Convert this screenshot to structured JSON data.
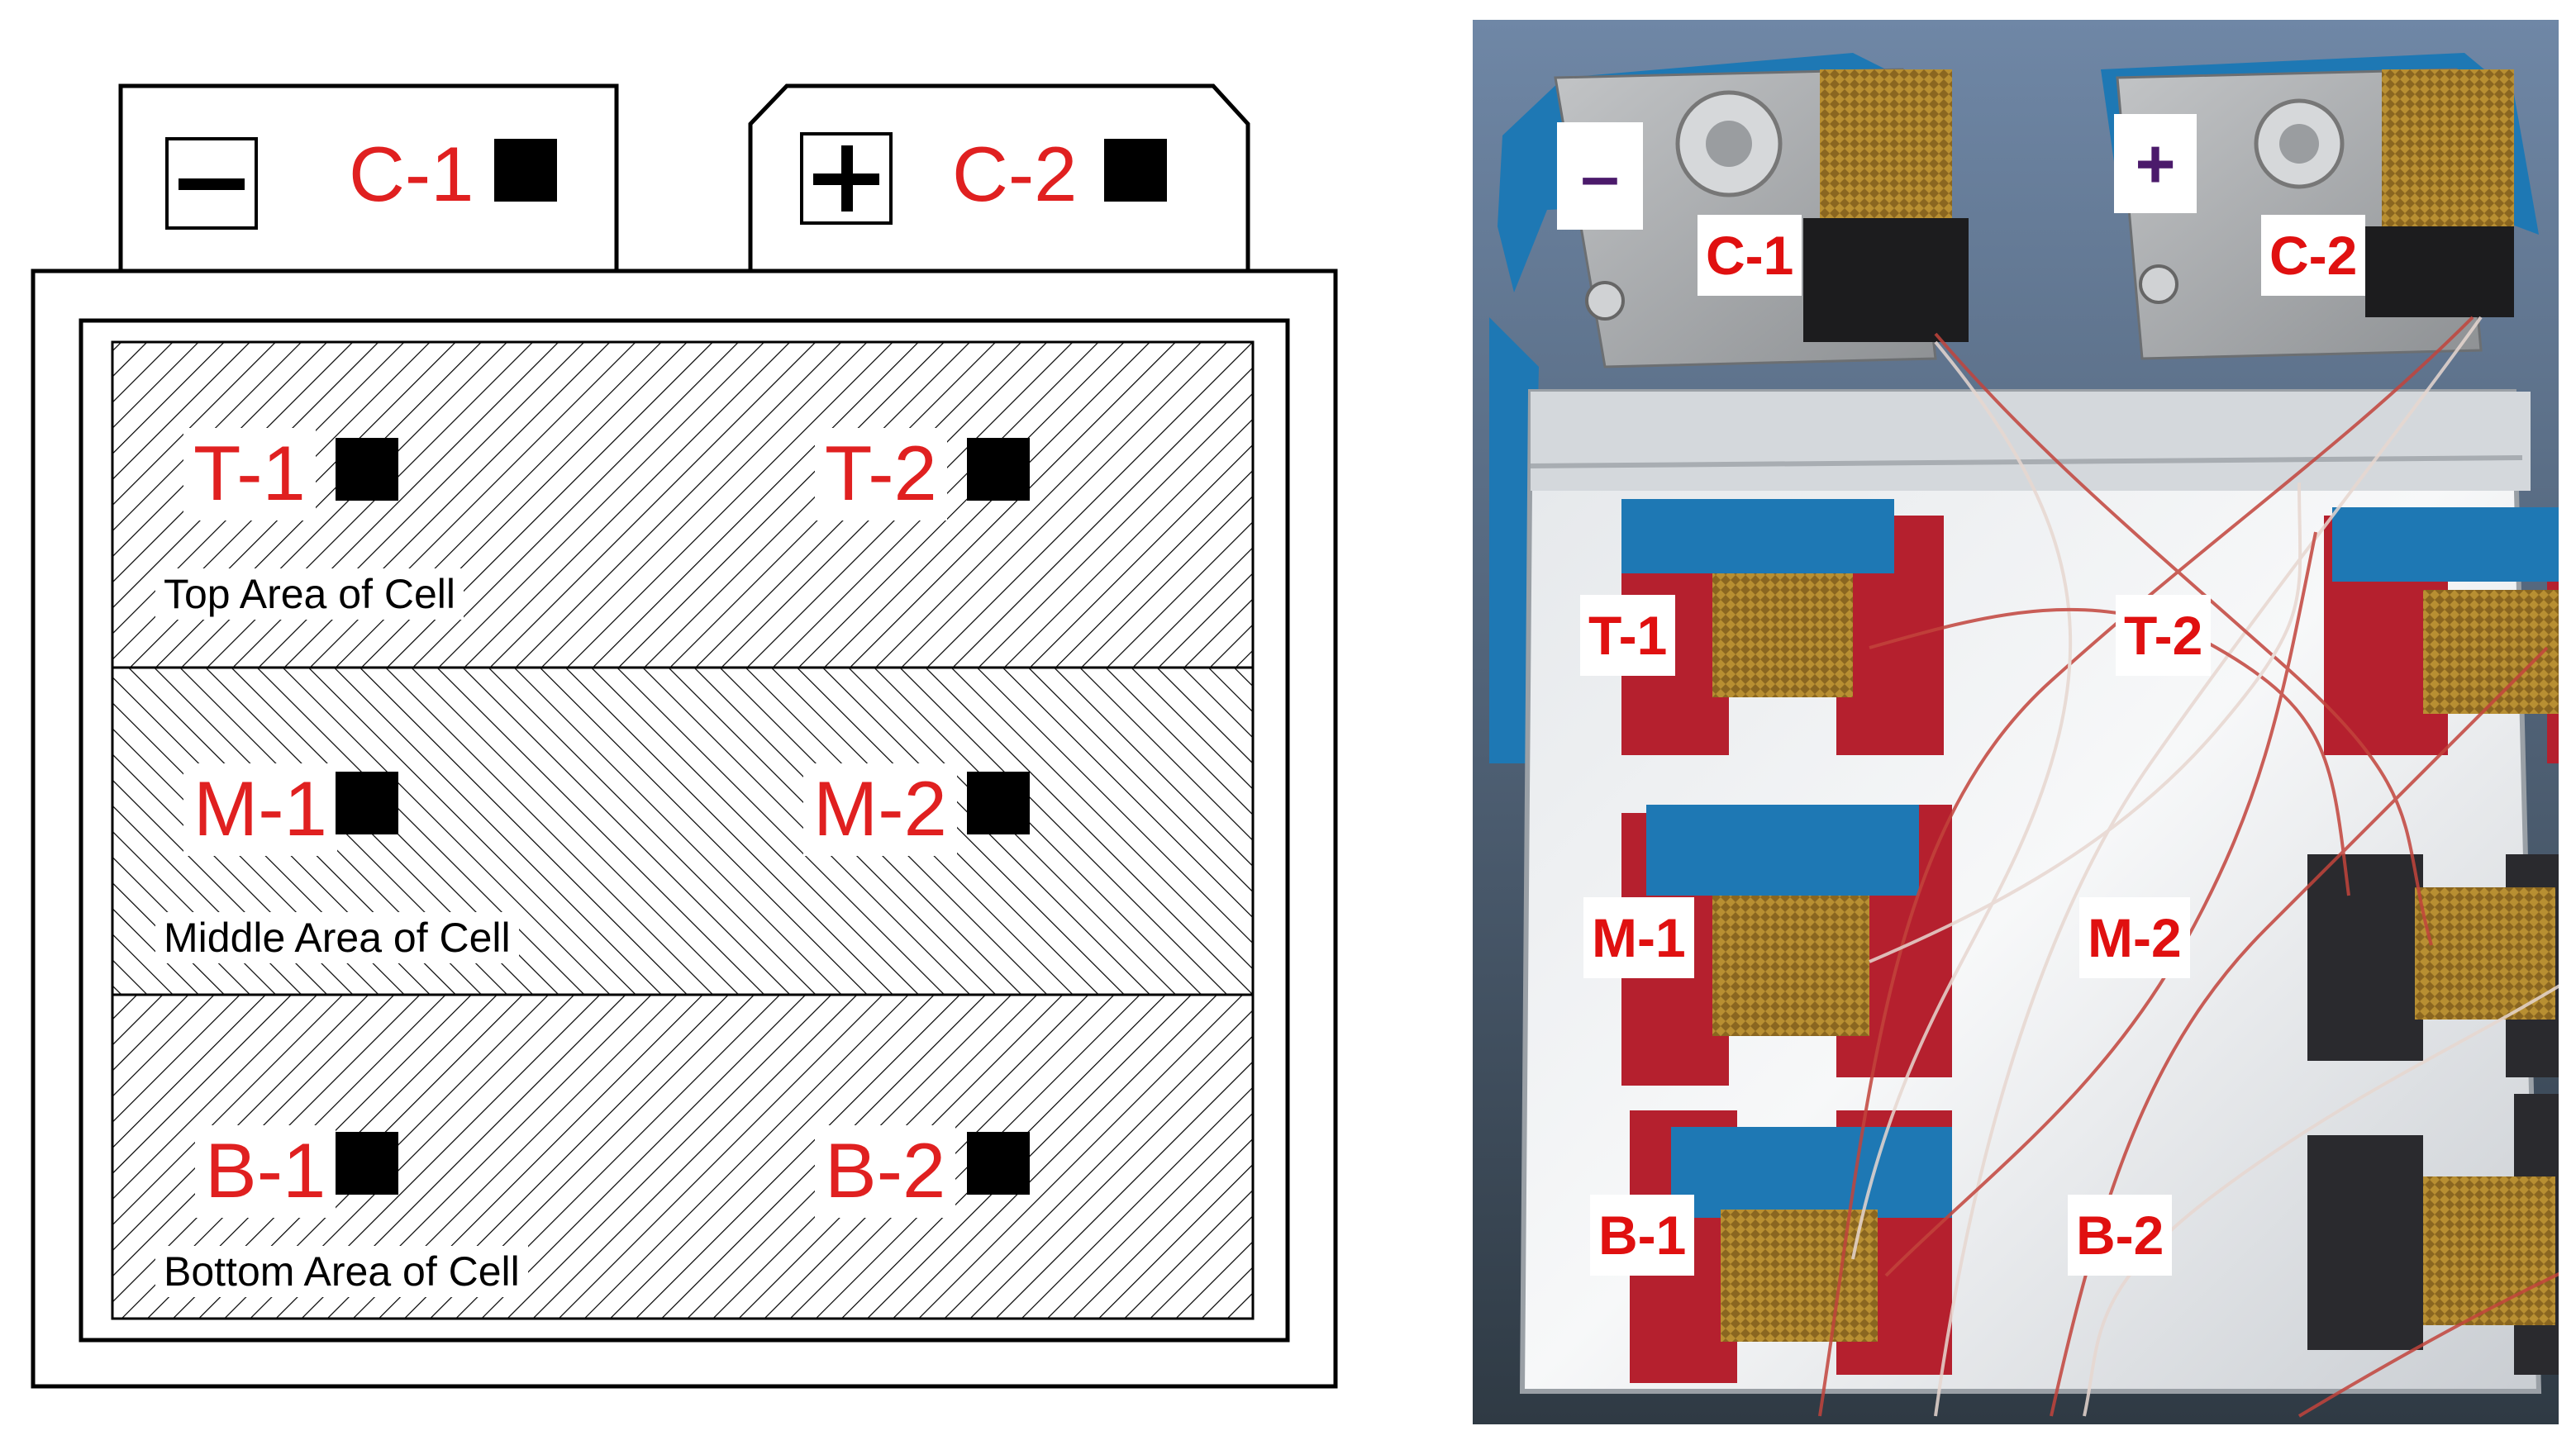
{
  "schematic": {
    "terminals": {
      "negative": {
        "sign": "minus",
        "label": "C-1"
      },
      "positive": {
        "sign": "plus",
        "label": "C-2"
      }
    },
    "areas": [
      {
        "caption": "Top Area of Cell",
        "left_label": "T-1",
        "right_label": "T-2"
      },
      {
        "caption": "Middle Area of Cell",
        "left_label": "M-1",
        "right_label": "M-2"
      },
      {
        "caption": "Bottom Area of Cell",
        "left_label": "B-1",
        "right_label": "B-2"
      }
    ],
    "colors": {
      "label": "#e02020",
      "sensor": "#000000",
      "outline": "#000000"
    }
  },
  "photo": {
    "terminal_signs": {
      "negative": "–",
      "positive": "+"
    },
    "labels": {
      "c1": "C-1",
      "c2": "C-2",
      "t1": "T-1",
      "t2": "T-2",
      "m1": "M-1",
      "m2": "M-2",
      "b1": "B-1",
      "b2": "B-2"
    },
    "colors": {
      "label_text": "#e01010",
      "sign_text": "#4b1a6b",
      "tape_red": "#b5202e",
      "tape_blue": "#1e78b4",
      "tape_black": "#2a2a2e",
      "sensor_gold": "#b08a30"
    }
  }
}
